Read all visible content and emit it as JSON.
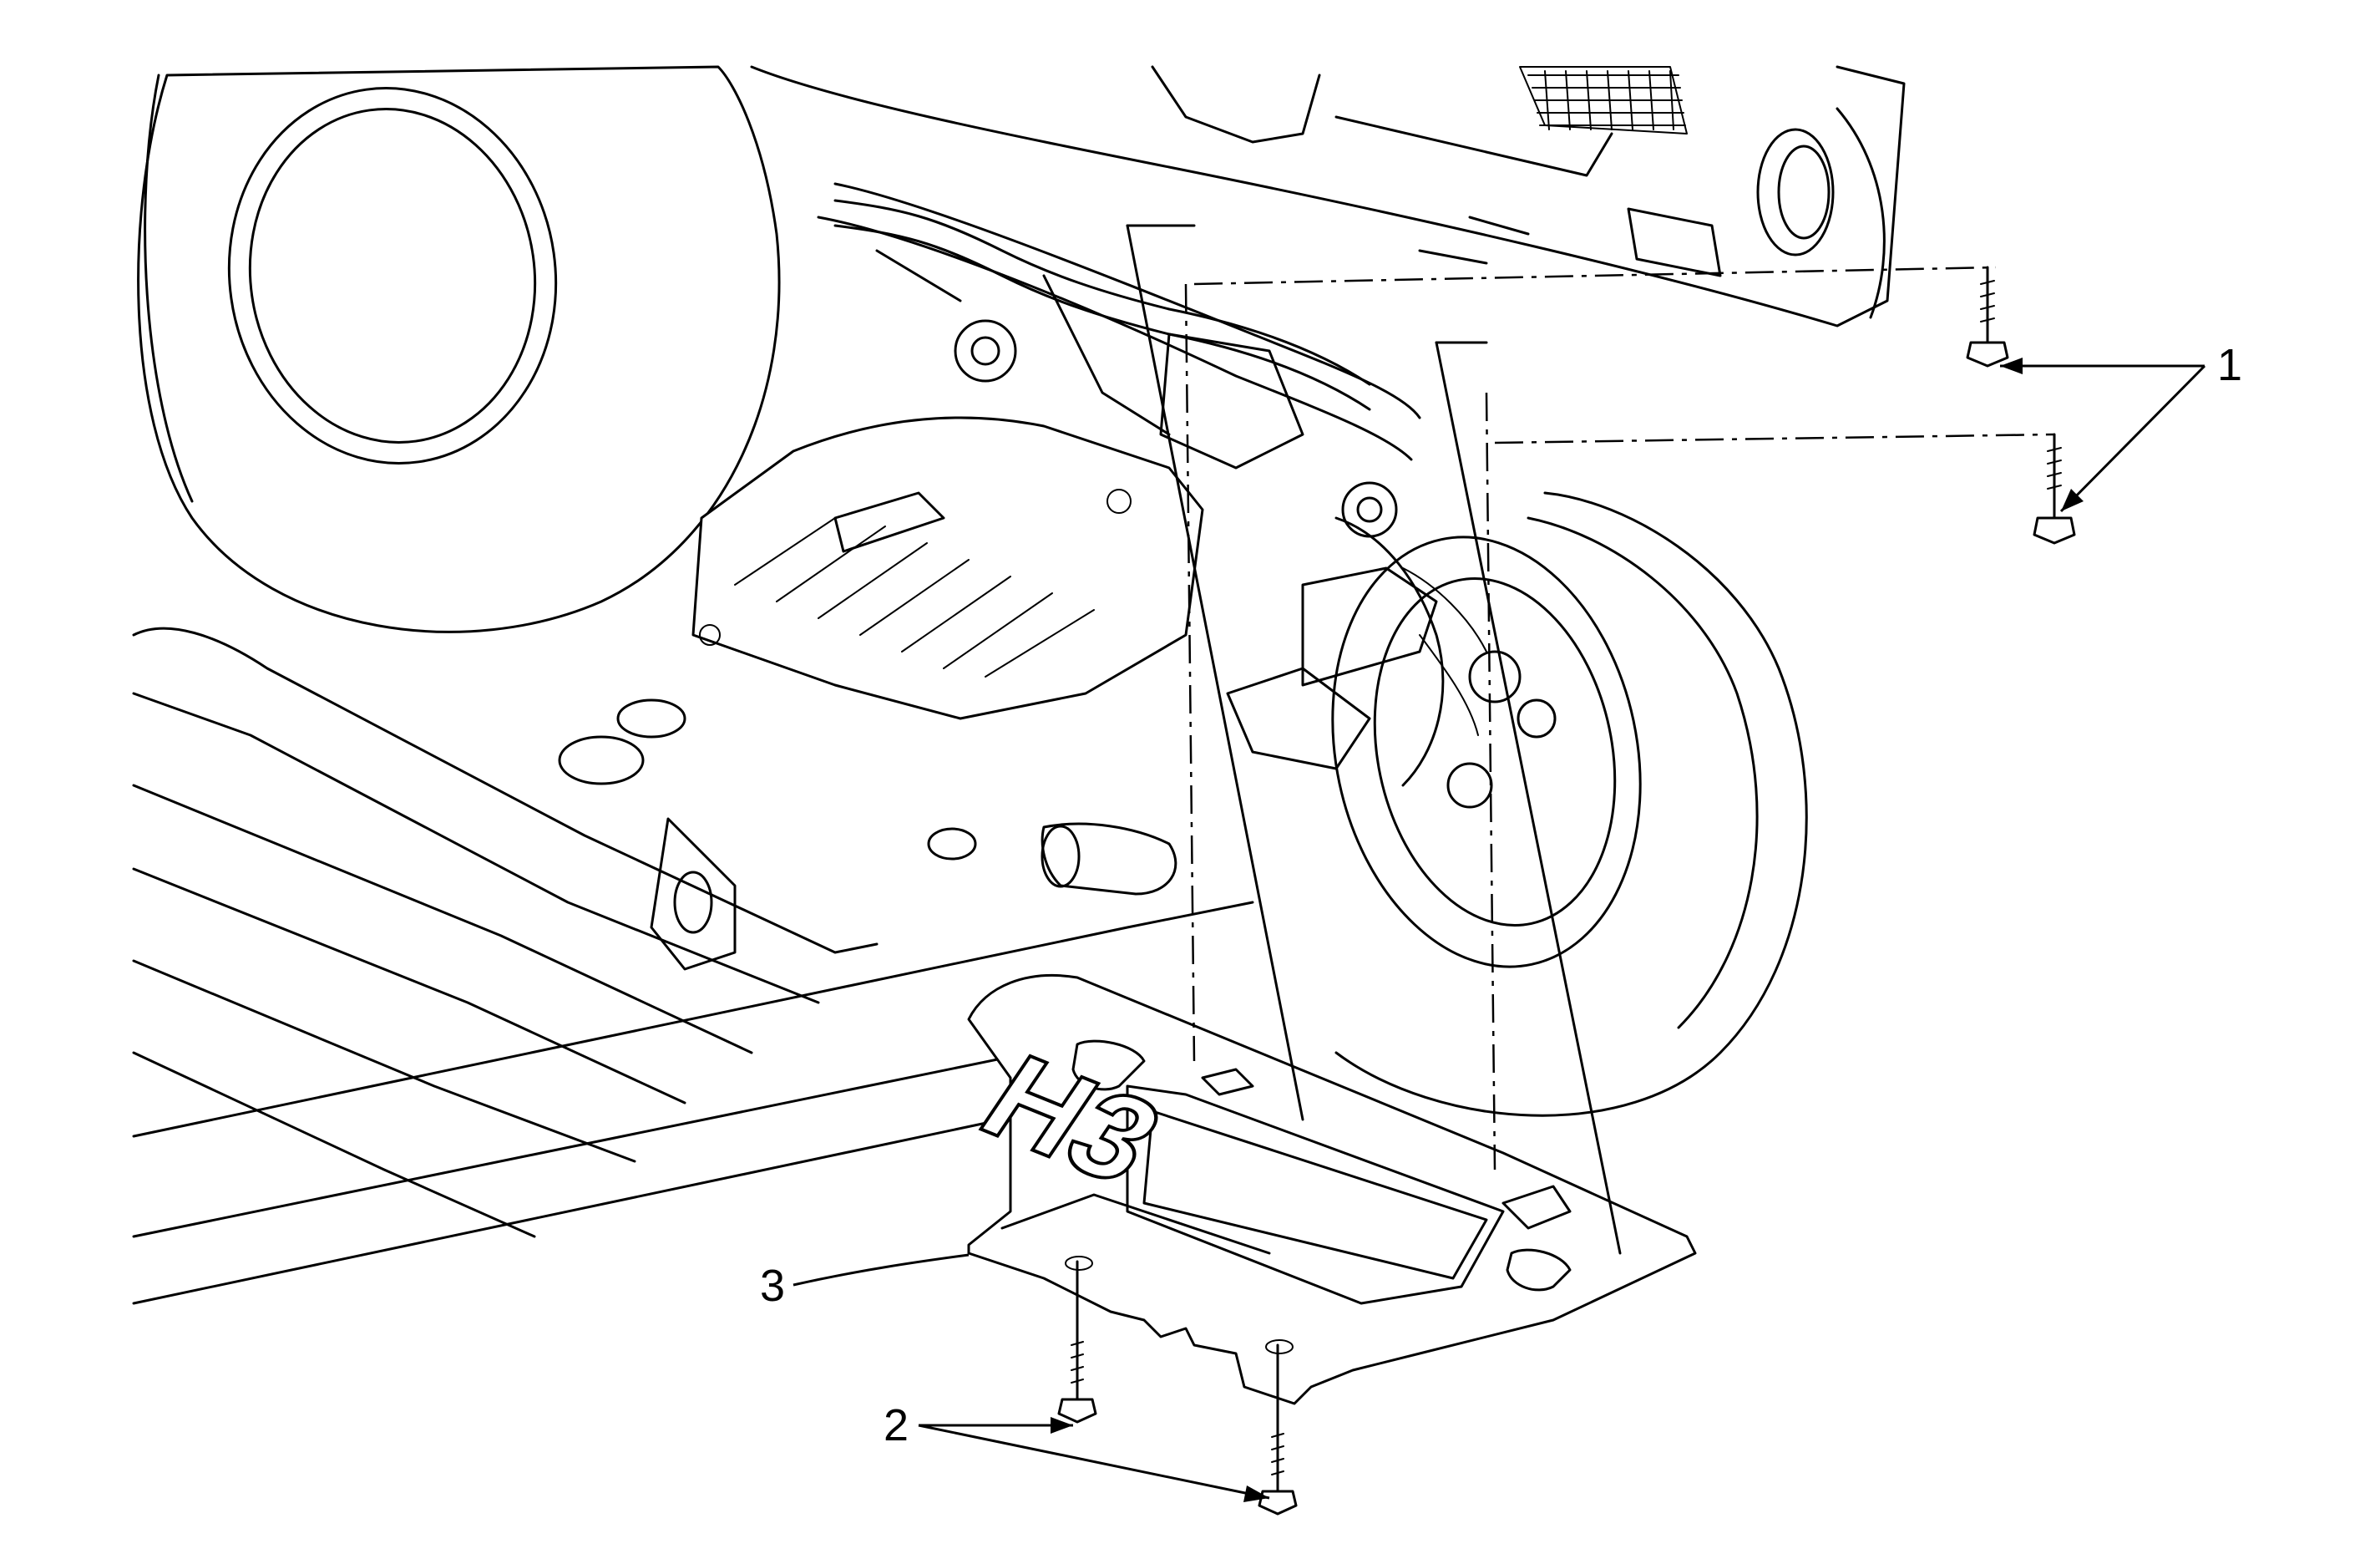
{
  "figure": {
    "callouts": [
      {
        "number": "1",
        "target": "front-fastener-bolts"
      },
      {
        "number": "2",
        "target": "rear-fastener-bolts"
      },
      {
        "number": "3",
        "target": "skid-plate-shield"
      }
    ],
    "emblem": "H3"
  }
}
